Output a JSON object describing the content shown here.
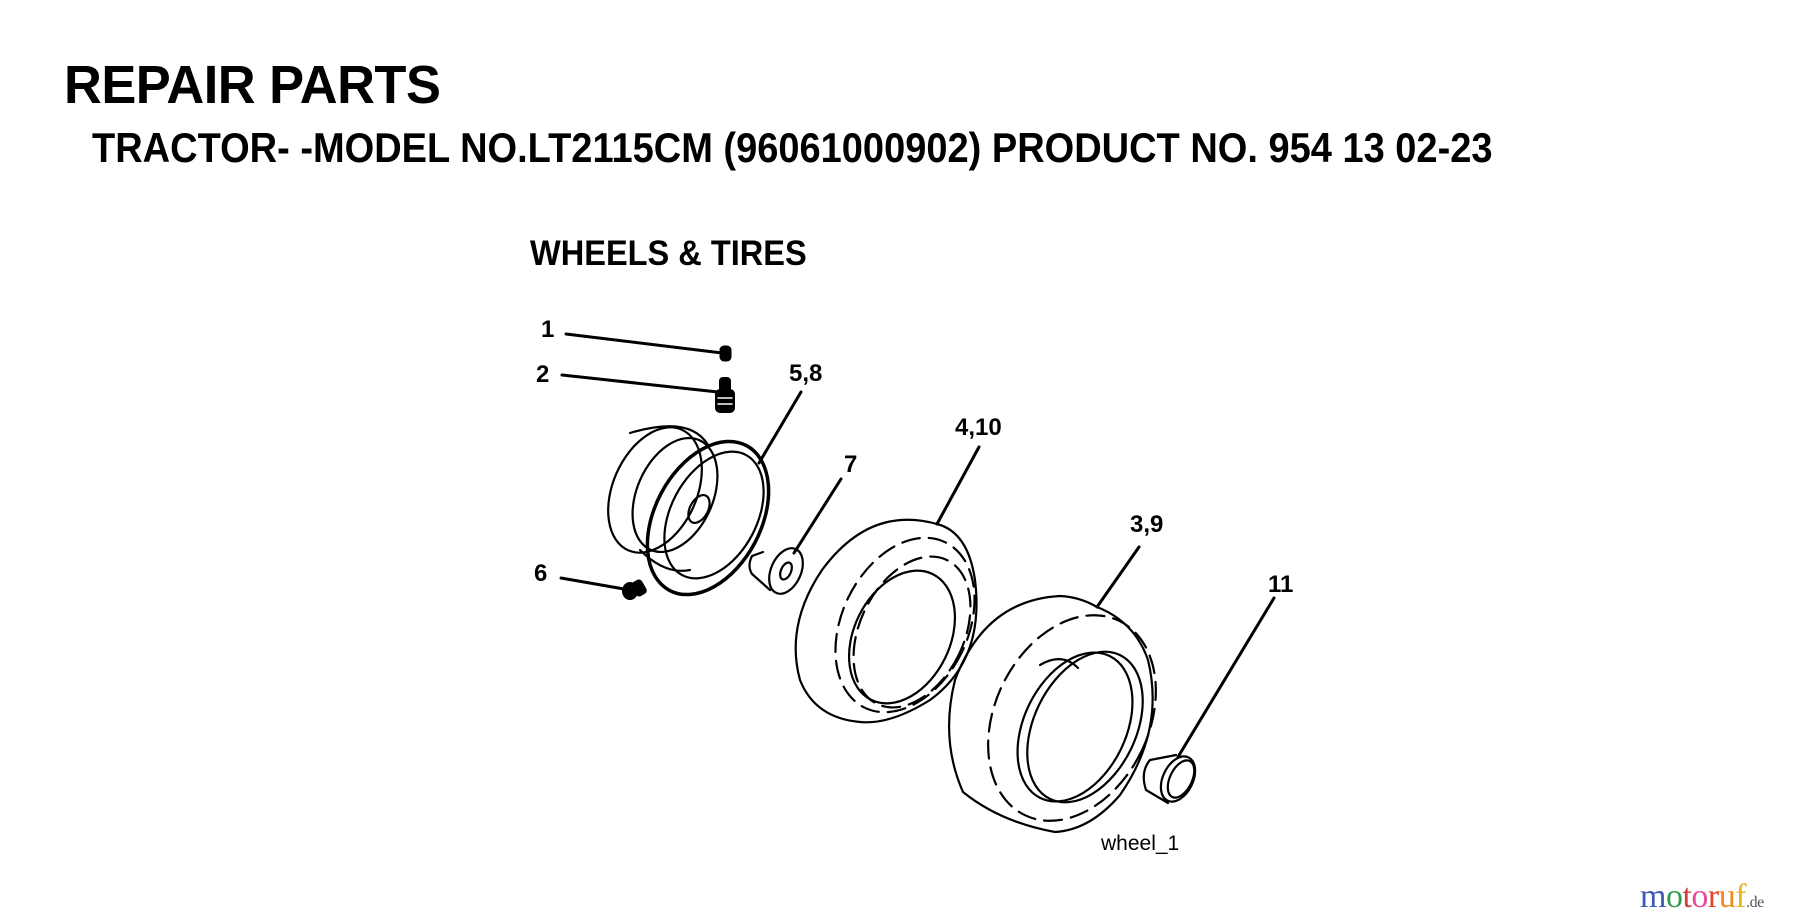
{
  "header": {
    "title": "REPAIR PARTS",
    "subtitle": "TRACTOR- -MODEL NO.LT2115CM (96061000902) PRODUCT NO. 954 13 02-23"
  },
  "section": {
    "title": "WHEELS & TIRES"
  },
  "callouts": [
    {
      "label": "1",
      "part": "valve-cap"
    },
    {
      "label": "2",
      "part": "valve-stem"
    },
    {
      "label": "5,8",
      "part": "wheel-rim"
    },
    {
      "label": "7",
      "part": "bushing"
    },
    {
      "label": "6",
      "part": "grease-fitting"
    },
    {
      "label": "4,10",
      "part": "front-tire"
    },
    {
      "label": "3,9",
      "part": "rear-tire"
    },
    {
      "label": "11",
      "part": "hub-cap"
    }
  ],
  "figure_id": "wheel_1",
  "watermark": {
    "letters": [
      "m",
      "o",
      "t",
      "o",
      "r",
      "u",
      "f"
    ],
    "tld": ".de",
    "colors": [
      "#3b5bb5",
      "#2e9e48",
      "#d23c3c",
      "#e64a9a",
      "#e1452b",
      "#f08a1c",
      "#e8b420"
    ]
  }
}
